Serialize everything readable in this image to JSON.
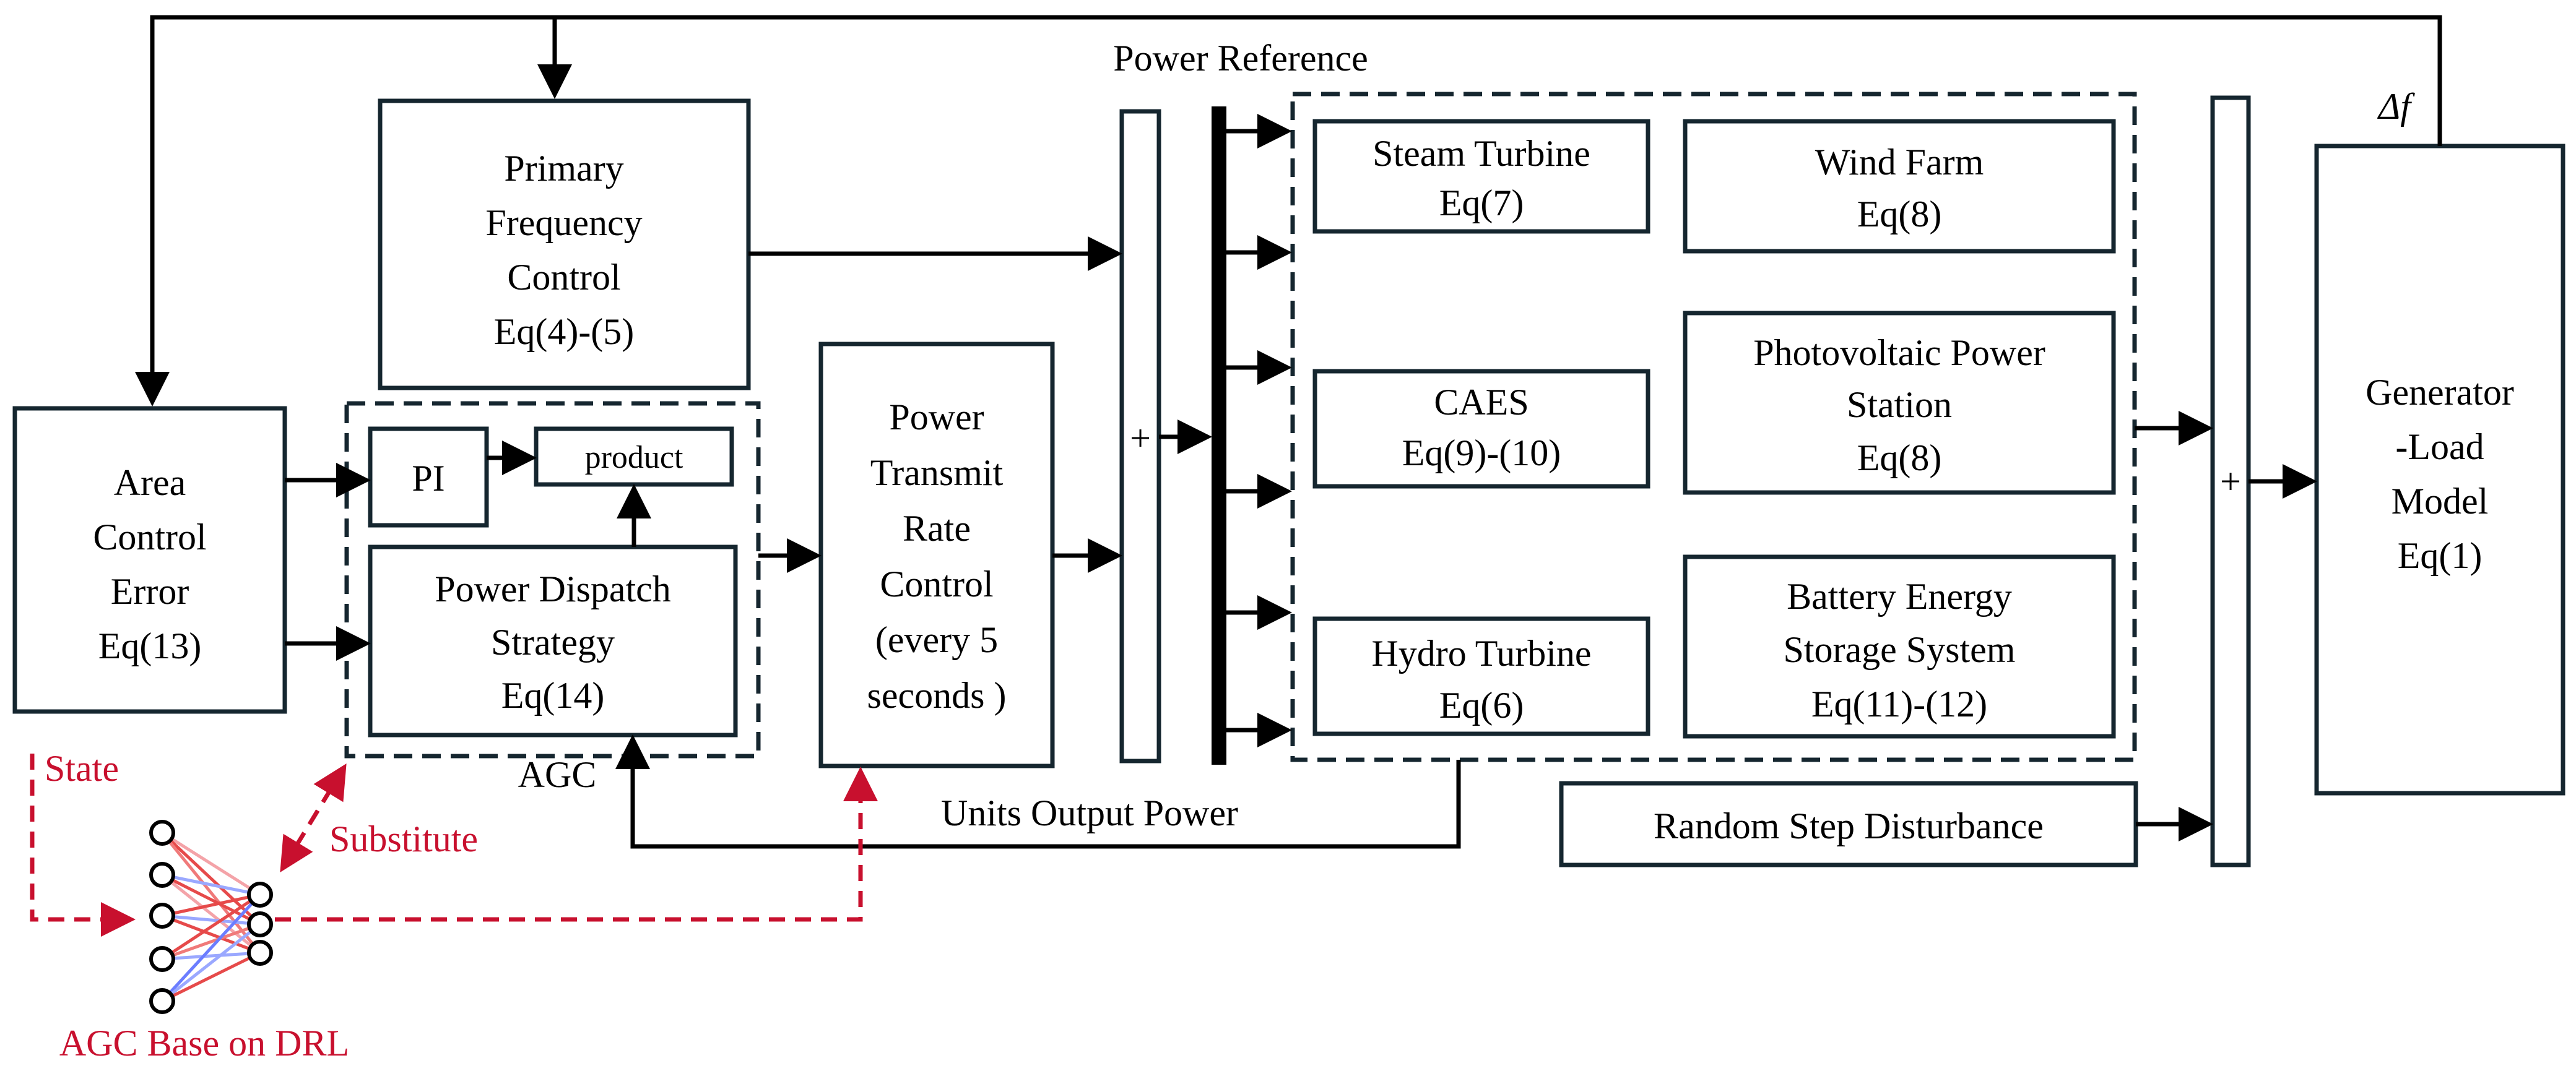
{
  "title": "Power Reference",
  "delta_f": "Δf",
  "plus_sign": "+",
  "blocks": {
    "ace": [
      "Area",
      "Control",
      "Error",
      "Eq(13)"
    ],
    "pfc": [
      "Primary",
      "Frequency",
      "Control",
      "Eq(4)-(5)"
    ],
    "pi": "PI",
    "product": "product",
    "pds": [
      "Power Dispatch",
      "Strategy",
      "Eq(14)"
    ],
    "agc": "AGC",
    "ptrc": [
      "Power",
      "Transmit",
      "Rate",
      "Control",
      "(every 5",
      "seconds )"
    ],
    "steam": [
      "Steam Turbine",
      "Eq(7)"
    ],
    "wind": [
      "Wind Farm",
      "Eq(8)"
    ],
    "caes": [
      "CAES",
      "Eq(9)-(10)"
    ],
    "pv": [
      "Photovoltaic Power",
      "Station",
      "Eq(8)"
    ],
    "hydro": [
      "Hydro Turbine",
      "Eq(6)"
    ],
    "bess": [
      "Battery Energy",
      "Storage System",
      "Eq(11)-(12)"
    ],
    "random": "Random Step Disturbance",
    "glm": [
      "Generator",
      "-Load",
      "Model",
      "Eq(1)"
    ]
  },
  "labels": {
    "units_output": "Units Output Power",
    "state": "State",
    "substitute": "Substitute",
    "drl": "AGC Base on DRL"
  },
  "colors": {
    "block_stroke": "#15262f",
    "line": "#000000",
    "drl_red": "#c8102e"
  }
}
